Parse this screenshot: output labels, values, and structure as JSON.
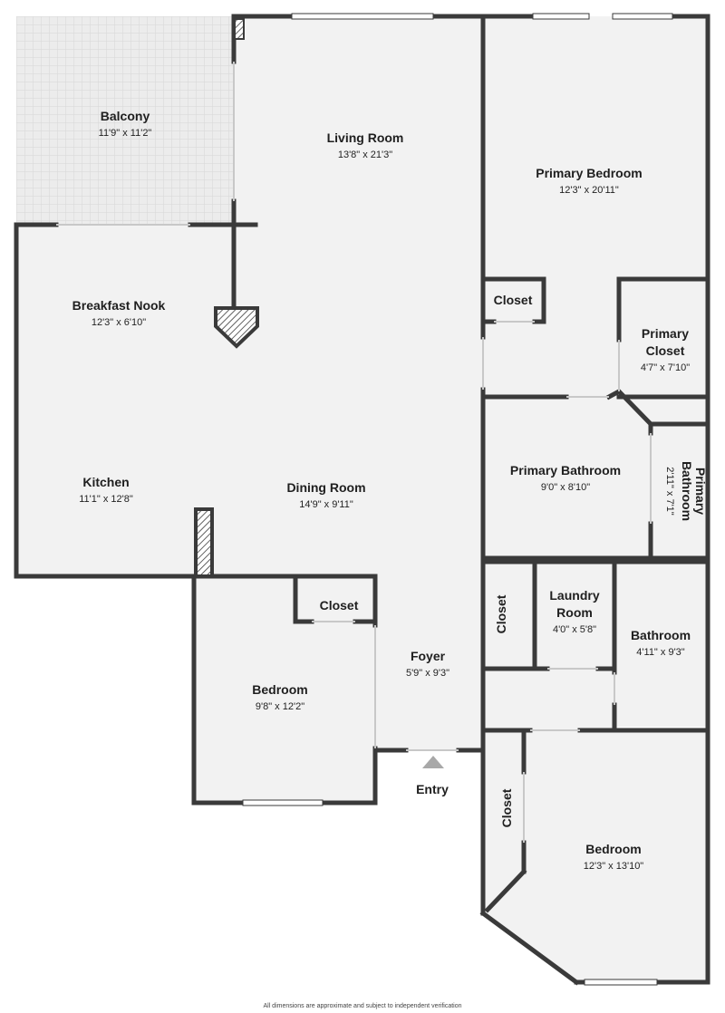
{
  "colors": {
    "wall": "#3a3a3a",
    "floor": "#f2f2f2",
    "balcony_floor": "#eaeaea",
    "window": "#ffffff",
    "entry_arrow": "#a8a8a8"
  },
  "rooms": {
    "balcony": {
      "name": "Balcony",
      "dims": "11'9\" x 11'2\""
    },
    "living_room": {
      "name": "Living Room",
      "dims": "13'8\" x 21'3\""
    },
    "primary_bedroom": {
      "name": "Primary Bedroom",
      "dims": "12'3\" x 20'11\""
    },
    "breakfast_nook": {
      "name": "Breakfast Nook",
      "dims": "12'3\" x 6'10\""
    },
    "closet_upper": {
      "name": "Closet"
    },
    "primary_closet": {
      "name_line1": "Primary",
      "name_line2": "Closet",
      "dims": "4'7\" x 7'10\""
    },
    "primary_bathroom": {
      "name": "Primary Bathroom",
      "dims": "9'0\" x 8'10\""
    },
    "primary_bathroom_2": {
      "name_line1": "Primary",
      "name_line2": "Bathroom",
      "dims": "2'11\" x 7'1\""
    },
    "kitchen": {
      "name": "Kitchen",
      "dims": "11'1\" x 12'8\""
    },
    "dining_room": {
      "name": "Dining Room",
      "dims": "14'9\" x 9'11\""
    },
    "closet_bedroom": {
      "name": "Closet"
    },
    "closet_laundry_side": {
      "name": "Closet"
    },
    "laundry_room": {
      "name_line1": "Laundry",
      "name_line2": "Room",
      "dims": "4'0\" x 5'8\""
    },
    "bathroom": {
      "name": "Bathroom",
      "dims": "4'11\" x 9'3\""
    },
    "foyer": {
      "name": "Foyer",
      "dims": "5'9\" x 9'3\""
    },
    "bedroom_left": {
      "name": "Bedroom",
      "dims": "9'8\" x 12'2\""
    },
    "closet_bedroom_right": {
      "name": "Closet"
    },
    "bedroom_right": {
      "name": "Bedroom",
      "dims": "12'3\" x 13'10\""
    }
  },
  "entry_label": "Entry",
  "footnote": "All dimensions are approximate and subject to independent verification"
}
